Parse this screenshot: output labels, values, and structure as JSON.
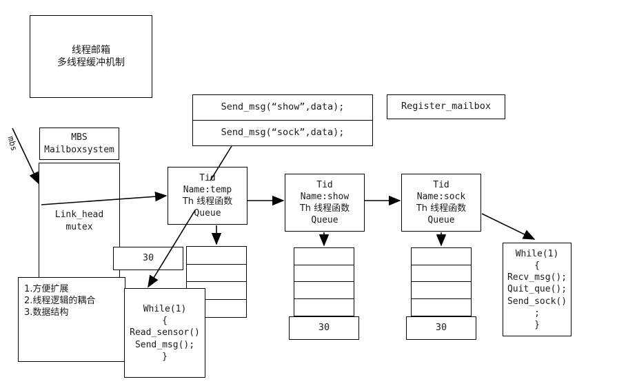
{
  "diagram": {
    "title_box": {
      "line1": "线程邮箱",
      "line2": "多线程缓冲机制"
    },
    "mbs_box": {
      "line1": "MBS",
      "line2": "Mailboxsystem"
    },
    "mbs_edge_label": "mbs",
    "linkhead_box": {
      "line1": "Link_head",
      "line2": "mutex"
    },
    "notes_box": {
      "item1": "1.方便扩展",
      "item2": "2.线程逻辑的耦合",
      "item3": "3.数据结构"
    },
    "message_box": {
      "row1": "Send_msg(“show”,data);",
      "row2": "Send_msg(“sock”,data);"
    },
    "register_box": {
      "label": "Register_mailbox"
    },
    "threads": [
      {
        "id": "temp",
        "line1": "Tid",
        "line2": "Name:temp",
        "line3": "Th 线程函数",
        "line4": "Queue"
      },
      {
        "id": "show",
        "line1": "Tid",
        "line2": "Name:show",
        "line3": "Th 线程函数",
        "line4": "Queue"
      },
      {
        "id": "sock",
        "line1": "Tid",
        "line2": "Name:sock",
        "line3": "Th 线程函数",
        "line4": "Queue"
      }
    ],
    "queue_sizes": {
      "temp": "30",
      "show": "30",
      "sock": "30"
    },
    "queue_cell_count": 4,
    "code_producer": {
      "line1": "While(1)",
      "line2": "{",
      "line3": "Read_sensor()",
      "line4": "Send_msg();",
      "line5": "}"
    },
    "code_consumer": {
      "line1": "While(1)",
      "line2": "{",
      "line3": "Recv_msg();",
      "line4": "Quit_que();",
      "line5": "Send_sock()",
      "line6": ";",
      "line7": "}"
    },
    "colors": {
      "stroke": "#000000",
      "background": "#ffffff",
      "text": "#1a1a1a"
    }
  }
}
